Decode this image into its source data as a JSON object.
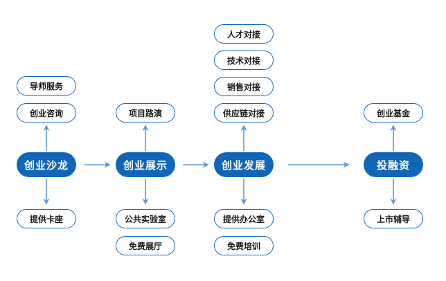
{
  "colors": {
    "primary": "#1166b7",
    "arrow": "#5a9ad8",
    "sub_border": "#1166b7",
    "text_dark": "#1a1a1a"
  },
  "stages": [
    {
      "label": "创业沙龙",
      "above": [
        "导师服务",
        "创业咨询"
      ],
      "below": [
        "提供卡座"
      ]
    },
    {
      "label": "创业展示",
      "above": [
        "项目路演"
      ],
      "below": [
        "公共实验室",
        "免费展厅"
      ]
    },
    {
      "label": "创业发展",
      "above": [
        "人才对接",
        "技术对接",
        "销售对接",
        "供应链对接"
      ],
      "below": [
        "提供办公室",
        "免费培训"
      ]
    },
    {
      "label": "投融资",
      "above": [
        "创业基金"
      ],
      "below": [
        "上市辅导"
      ]
    }
  ]
}
